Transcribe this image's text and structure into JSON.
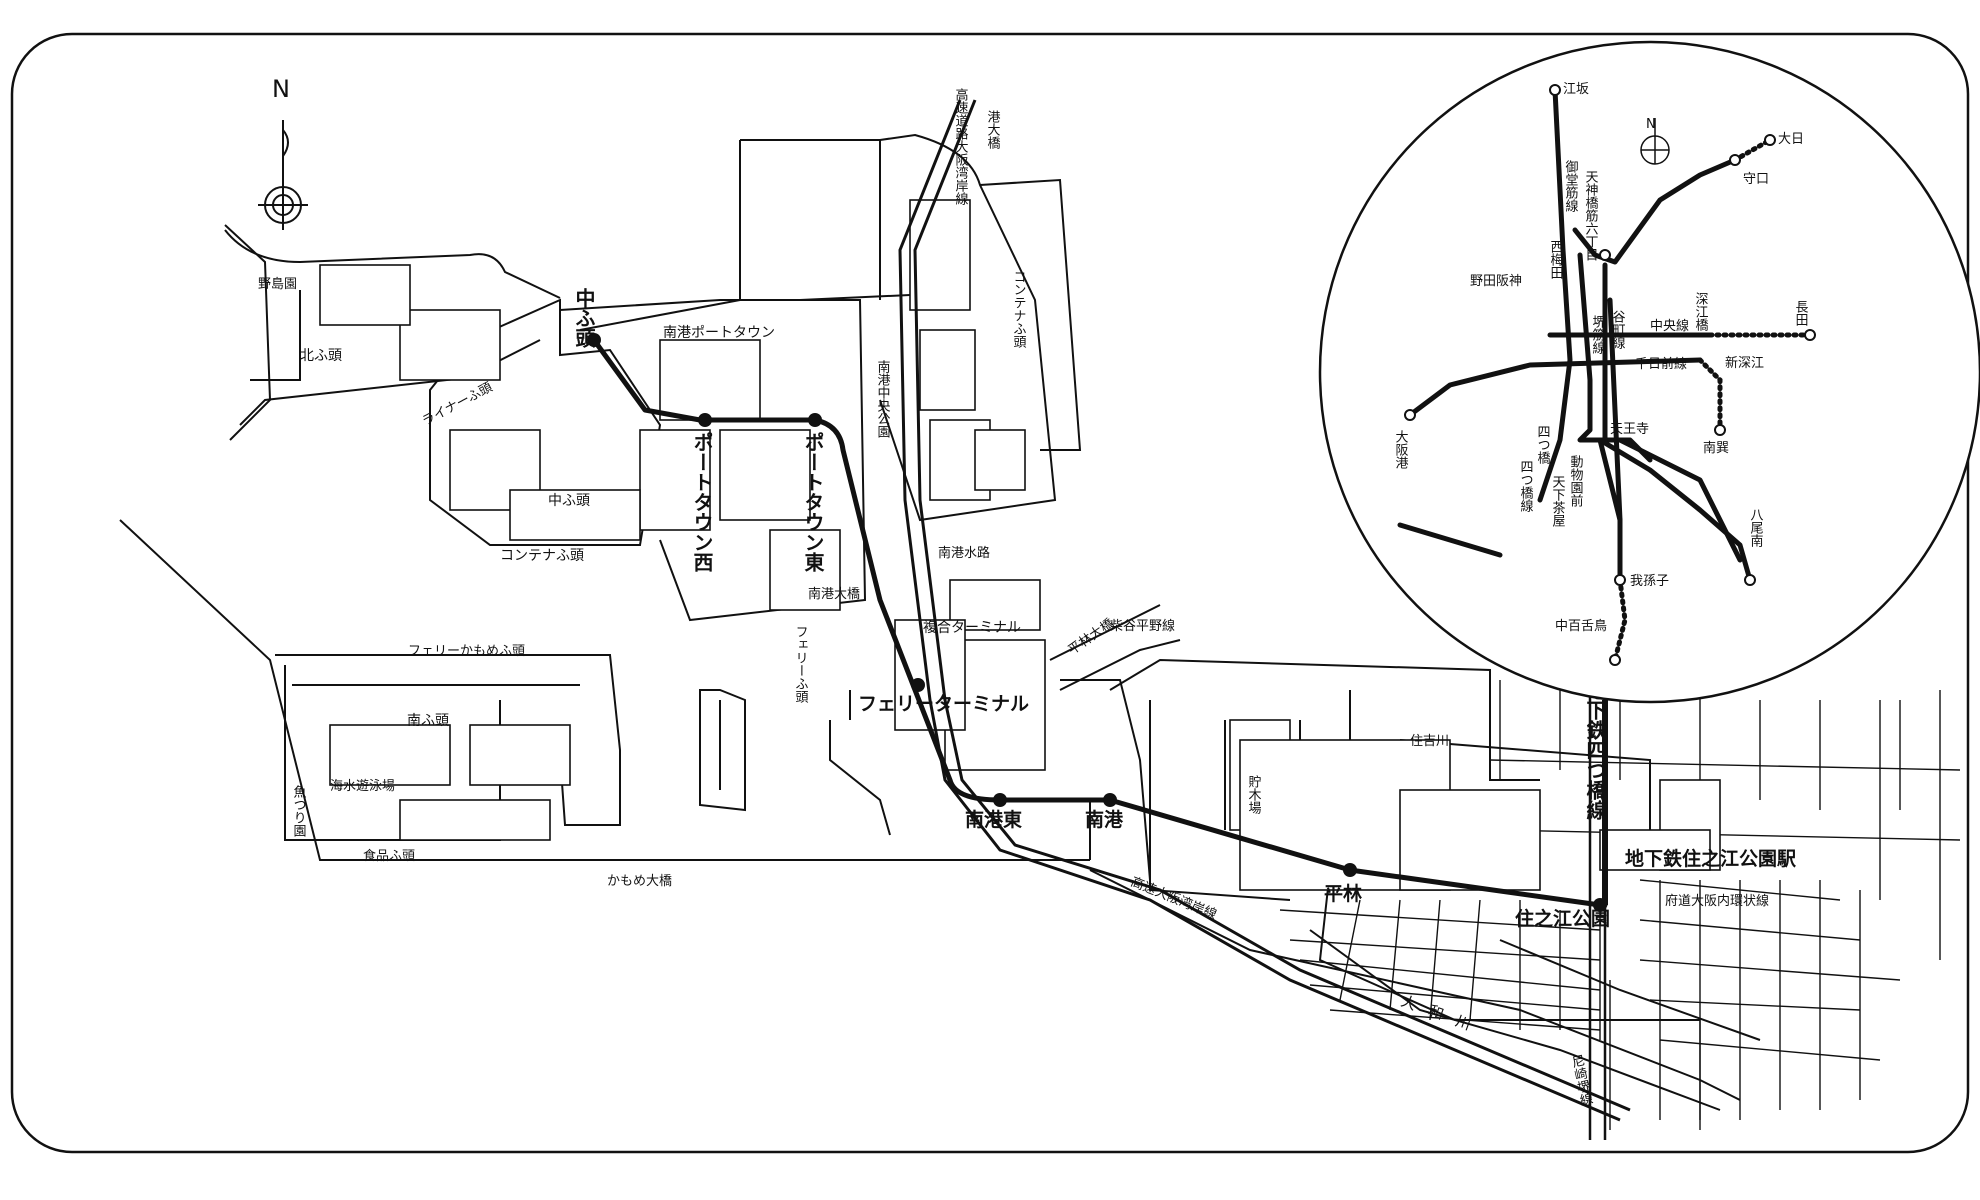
{
  "compass": {
    "north": "N"
  },
  "areas": {
    "nojima": "野島園",
    "kita_futo": "北ふ頭",
    "liner_futo": "ライナーふ頭",
    "naka_futo": "中ふ頭",
    "container_futo_w": "コンテナふ頭",
    "container_futo_e": "コンテナふ頭",
    "port_town": "南港ポートタウン",
    "central_park": "南港中央公園",
    "nanko_suiro": "南港水路",
    "nanko_ohashi": "南港大橋",
    "fukugo_terminal": "複合ターミナル",
    "ferry_futo": "フェリーふ頭",
    "ferry_kamome": "フェリーかもめふ頭",
    "minami_futo": "南ふ頭",
    "kaisui": "海水遊泳場",
    "uotsuri": "魚つり園",
    "shokuhin_futo": "食品ふ頭",
    "kamome_ohashi": "かもめ大橋",
    "chozai": "貯木場",
    "sumiyoshi_river": "住吉川",
    "yamato_river": "大和川"
  },
  "roads": {
    "hanshin_expy_top": "高速道路大阪湾岸線",
    "minato_ohashi": "港大橋",
    "hanshin_expy_bottom": "高速大阪湾岸線",
    "shiba_tani": "柴谷平野線",
    "hirabayashi_ohashi": "平林大橋",
    "fudo_kanjo": "府道大阪内環状線",
    "amagasaki": "尼崎堺線"
  },
  "stations": {
    "nakafuto": "中ふ頭",
    "porttown_west": "ポートタウン西",
    "porttown_east": "ポートタウン東",
    "ferry_terminal": "フェリーターミナル",
    "nanko_higashi": "南港東",
    "nanko": "南港",
    "hirabayashi": "平林",
    "suminoe_koen": "住之江公園",
    "subway_station": "地下鉄住之江公園駅",
    "subway_line": "地下鉄四つ橋線"
  },
  "inset": {
    "north": "N",
    "stations": [
      "江坂",
      "大日",
      "守口",
      "天神橋筋六丁目",
      "西梅田",
      "野田阪神",
      "深江橋",
      "長田",
      "新深江",
      "南巽",
      "大阪港",
      "四つ橋",
      "天王寺",
      "動物園前",
      "天下茶屋",
      "八尾南",
      "我孫子",
      "中百舌鳥"
    ],
    "lines": [
      "御堂筋線",
      "中央線",
      "千日前線",
      "谷町線",
      "堺筋線",
      "四つ橋線"
    ]
  }
}
